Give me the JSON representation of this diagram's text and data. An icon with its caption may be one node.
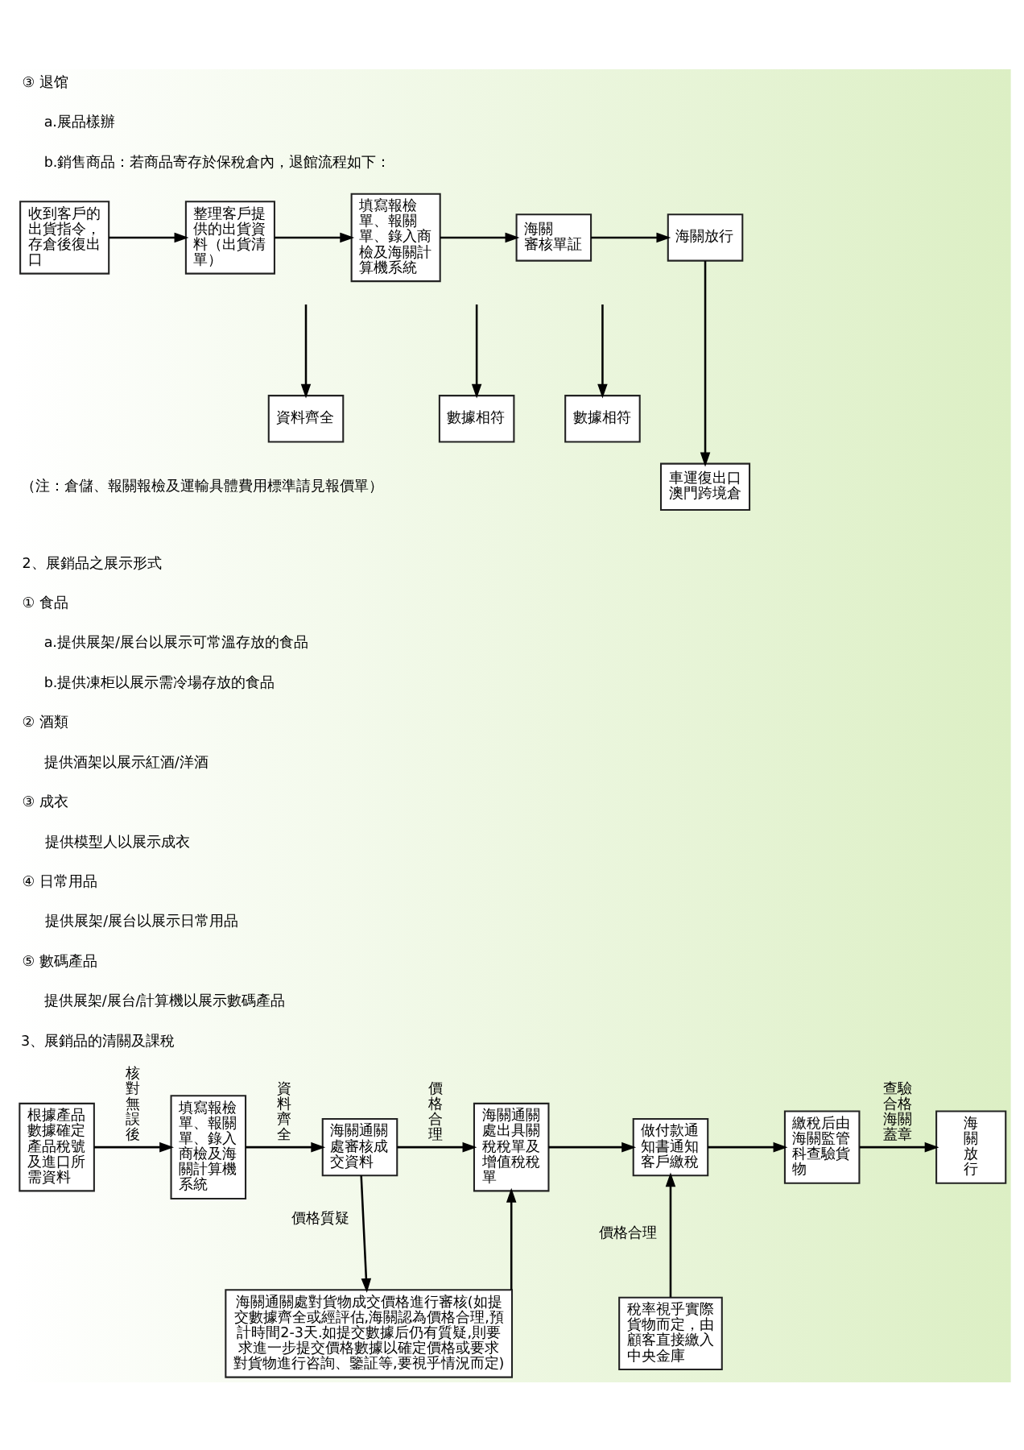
{
  "diagram": {
    "nodes": [
      {
        "text": [
          "收到客戶的出貨指令，存倉後復出口"
        ]
      },
      {
        "text": [
          "整理客戶提供的出貨資料（出貨清單）"
        ]
      },
      {
        "text": [
          "填寫報檢單、報關單、錄入商檢及海關計算機系統"
        ]
      },
      {
        "text": [
          "海關審核單証"
        ]
      },
      {
        "text": [
          "海關放行"
        ]
      },
      {
        "text": [
          "資料齊全"
        ]
      },
      {
        "text": [
          "數據相符"
        ]
      },
      {
        "text": [
          "數據相符"
        ]
      },
      {
        "text": [
          "車運復出口澳門跨境倉"
        ]
      },
      {
        "text": [
          "根據產品數據確定產品稅號及進口所需資料"
        ]
      },
      {
        "text": [
          "填寫報檢單、報關單、錄入商檢及海關計算機系統"
        ]
      },
      {
        "text": [
          "海關通關處審核成交資料"
        ]
      },
      {
        "text": [
          "海關通關處出具關稅稅單及增值稅稅單"
        ]
      },
      {
        "text": [
          "做付款通知書通知客戶繳稅"
        ]
      },
      {
        "text": [
          "繳稅后由海關監管科查驗貨物"
        ]
      },
      {
        "text": [
          "海關放行"
        ]
      },
      {
        "text": [
          "海關通關處對貨物成交價格進行審核(如提交數據齊全或經評估,海關認為價格合理,預計時間2-3天.如提交數據后仍有質疑,則要求進一步提交價格數據以確定價格或要求對貨物進行咨詢、鑒証等,要視乎情況而定)"
        ]
      },
      {
        "text": [
          "稅率視乎實際貨物而定，由顧客直接繳入中央金庫"
        ]
      }
    ],
    "edges": [
      {
        "from": 0,
        "to": 1,
        "arrow": "to"
      },
      {
        "from": 1,
        "to": 2,
        "arrow": "to"
      },
      {
        "from": 2,
        "to": 3,
        "arrow": "to"
      },
      {
        "from": 3,
        "to": 4,
        "arrow": "to"
      },
      {
        "from": null,
        "to": 5,
        "arrow": "to"
      },
      {
        "from": null,
        "to": 6,
        "arrow": "to"
      },
      {
        "from": null,
        "to": 7,
        "arrow": "to"
      },
      {
        "from": 4,
        "to": 8,
        "arrow": "to"
      },
      {
        "from": 9,
        "to": 10,
        "arrow": "to",
        "label": "核對無誤後"
      },
      {
        "from": 10,
        "to": 11,
        "arrow": "to",
        "label": "資料齊全"
      },
      {
        "from": 11,
        "to": 12,
        "arrow": "to",
        "label": "價格合理"
      },
      {
        "from": 12,
        "to": 13,
        "arrow": "to"
      },
      {
        "from": 13,
        "to": 14,
        "arrow": "to"
      },
      {
        "from": 14,
        "to": 15,
        "arrow": "to",
        "label": "查驗合格海關蓋章"
      },
      {
        "from": 11,
        "to": 16,
        "arrow": "to",
        "label": "價格質疑"
      },
      {
        "from": 16,
        "to": 12,
        "arrow": "to"
      },
      {
        "from": 17,
        "to": 13,
        "arrow": "to",
        "label": "價格合理"
      }
    ],
    "labels": [
      "③ 退馆",
      "a.展品樣辦",
      "b.銷售商品：若商品寄存於保稅倉內，退館流程如下：",
      "（注：倉儲、報關報檢及運輸具體費用標準請見報價單）",
      "2、展銷品之展示形式",
      "① 食品",
      "a.提供展架/展台以展示可常溫存放的食品",
      "b.提供凍柜以展示需冷場存放的食品",
      "② 酒類",
      "提供酒架以展示紅酒/洋酒",
      "③ 成衣",
      "提供模型人以展示成衣",
      "④ 日常用品",
      "提供展架/展台以展示日常用品",
      "⑤ 數碼產品",
      "提供展架/展台/計算機以展示數碼產品",
      "3、展銷品的清關及課稅"
    ]
  }
}
